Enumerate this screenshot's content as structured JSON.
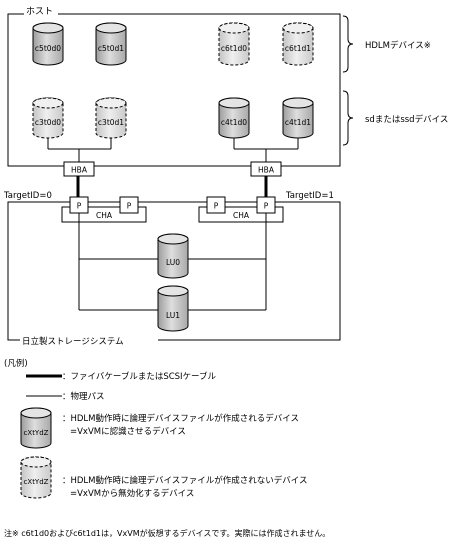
{
  "host": {
    "label": "ホスト"
  },
  "disks": {
    "hdlm": [
      {
        "name": "c5t0d0",
        "style": "solid"
      },
      {
        "name": "c5t0d1",
        "style": "solid"
      },
      {
        "name": "c6t1d0",
        "style": "dashed"
      },
      {
        "name": "c6t1d1",
        "style": "dashed"
      }
    ],
    "sd": [
      {
        "name": "c3t0d0",
        "style": "dashed"
      },
      {
        "name": "c3t0d1",
        "style": "dashed"
      },
      {
        "name": "c4t1d0",
        "style": "solid"
      },
      {
        "name": "c4t1d1",
        "style": "solid"
      }
    ]
  },
  "brace_labels": {
    "hdlm": "HDLMデバイス※",
    "sd": "sdまたはssdデバイス"
  },
  "hba": {
    "left": "HBA",
    "right": "HBA"
  },
  "target": {
    "left": "TargetID=0",
    "right": "TargetID=1"
  },
  "cha": {
    "left": "CHA",
    "right": "CHA",
    "port": "P"
  },
  "lu": [
    "LU0",
    "LU1"
  ],
  "storage": {
    "label": "日立製ストレージシステム"
  },
  "legend": {
    "title": "(凡例)",
    "thick_line": "：ファイバケーブルまたはSCSIケーブル",
    "thin_line": "：物理パス",
    "disk_solid_label": "cXtYdZ",
    "disk_solid_line1": "：HDLM動作時に論理デバイスファイルが作成されるデバイス",
    "disk_solid_line2": "=VxVMに認識させるデバイス",
    "disk_dashed_label": "cXtYdZ",
    "disk_dashed_line1": "：HDLM動作時に論理デバイスファイルが作成されないデバイス",
    "disk_dashed_line2": "=VxVMから無効化するデバイス"
  },
  "note": "注※ c6t1d0およびc6t1d1は，VxVMが仮想するデバイスです。実際には作成されません。",
  "colors": {
    "disk_fill": "#c8c8c8",
    "dashed_disk_fill": "#e2e2e2",
    "line": "#000000"
  }
}
